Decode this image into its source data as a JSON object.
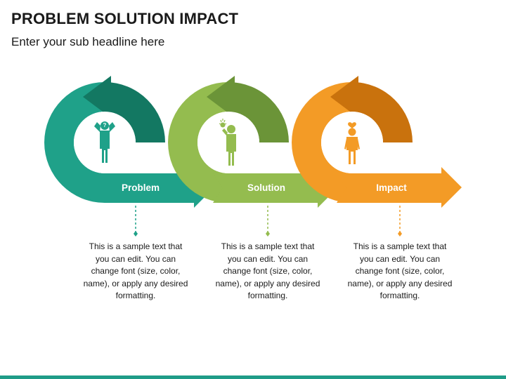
{
  "title": "PROBLEM SOLUTION IMPACT",
  "subtitle": "Enter your sub headline here",
  "steps": [
    {
      "label": "Problem",
      "icon": "confused-person-icon",
      "description": "This is a sample text that you can edit. You can change font (size, color, name), or apply any desired formatting.",
      "color_light": "#1fa189",
      "color_dark": "#137862"
    },
    {
      "label": "Solution",
      "icon": "idea-person-icon",
      "description": "This is a sample text that you can edit. You can change font (size, color, name), or apply any desired formatting.",
      "color_light": "#94bc4f",
      "color_dark": "#6b9438"
    },
    {
      "label": "Impact",
      "icon": "heart-person-icon",
      "description": "This is a sample text that you can edit. You can change font (size, color, name), or apply any desired formatting.",
      "color_light": "#f39b26",
      "color_dark": "#c9720d"
    }
  ],
  "accent_bar_color": "#1f9c88"
}
